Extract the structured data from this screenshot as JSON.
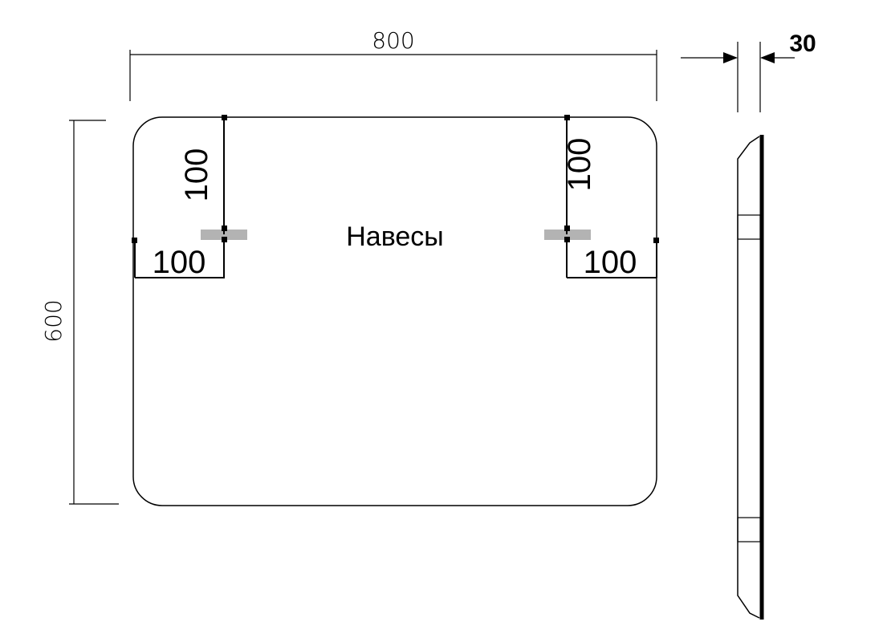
{
  "labels": {
    "overall_width": "800",
    "overall_height": "600",
    "depth": "30",
    "hanger_left_top": "100",
    "hanger_left_side": "100",
    "hanger_right_top": "100",
    "hanger_right_side": "100",
    "hangers": "Навесы"
  },
  "colors": {
    "line": "#000000",
    "hanger_mount": "#b3b3b3"
  }
}
